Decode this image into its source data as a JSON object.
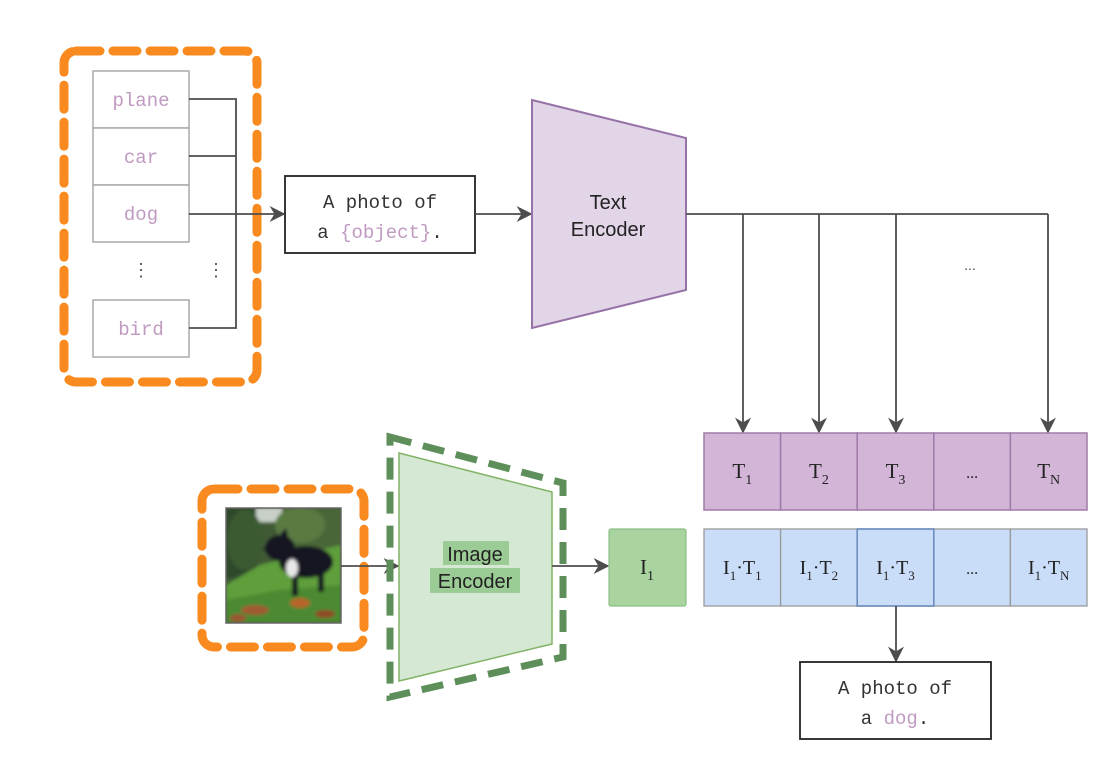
{
  "colors": {
    "orange_dash": "#f88a1f",
    "green_dash": "#5e8f5a",
    "text_encoder_fill": "#e1d5e7",
    "text_encoder_stroke": "#9673a6",
    "image_encoder_fill": "#d5e8d4",
    "image_encoder_stroke": "#82b366",
    "image_embed_fill": "#a9d4a0",
    "text_embed_fill": "#d3b5d8",
    "text_embed_stroke": "#a07aa8",
    "product_fill": "#c9dcf8",
    "product_stroke": "#9a9a9a",
    "product_highlight_stroke": "#6c8ebf",
    "class_text": "#c09ac0",
    "class_box_stroke": "#aaaaaa",
    "arrow": "#4d4d4d",
    "label_highlight": "#9ccc96"
  },
  "classes": {
    "items": [
      "plane",
      "car",
      "dog",
      "bird"
    ],
    "ellipsis": "⋮"
  },
  "prompt": {
    "line1": "A photo of",
    "line2_prefix": "a ",
    "line2_placeholder": "{object}",
    "line2_suffix": "."
  },
  "text_encoder": {
    "line1": "Text",
    "line2": "Encoder"
  },
  "image_encoder": {
    "line1": "Image",
    "line2": "Encoder"
  },
  "branch_ellipsis": "...",
  "image_embedding": {
    "base": "I",
    "sub": "1"
  },
  "text_embeddings": [
    {
      "base": "T",
      "sub": "1"
    },
    {
      "base": "T",
      "sub": "2"
    },
    {
      "base": "T",
      "sub": "3"
    },
    {
      "base": "...",
      "sub": ""
    },
    {
      "base": "T",
      "sub": "N"
    }
  ],
  "products": [
    {
      "a": "I",
      "a_sub": "1",
      "b": "T",
      "b_sub": "1"
    },
    {
      "a": "I",
      "a_sub": "1",
      "b": "T",
      "b_sub": "2"
    },
    {
      "a": "I",
      "a_sub": "1",
      "b": "T",
      "b_sub": "3"
    },
    {
      "ellipsis": "..."
    },
    {
      "a": "I",
      "a_sub": "1",
      "b": "T",
      "b_sub": "N"
    }
  ],
  "selected_product_index": 2,
  "output": {
    "line1": "A photo of",
    "line2_prefix": "a ",
    "line2_word": "dog",
    "line2_suffix": "."
  },
  "input_image": {
    "description": "black dog standing on grass in a forest"
  }
}
